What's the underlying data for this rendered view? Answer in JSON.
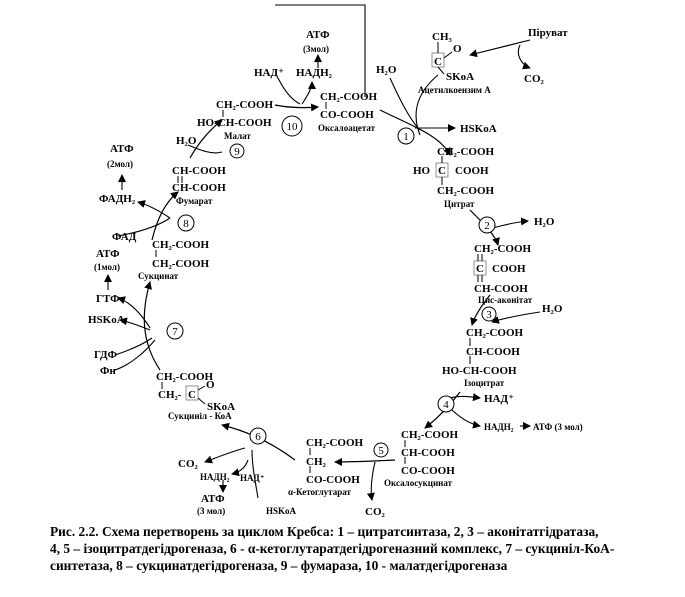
{
  "compounds": {
    "acetyl": {
      "ch3": "CH₃",
      "c": "C",
      "o": "O",
      "skoa": "SKoA",
      "name": "Ацетилкоензим А"
    },
    "piruvat": "Піруват",
    "co2_top": "CO₂",
    "h2o_1": "H₂O",
    "hskoa_1": "HSKoA",
    "atf_10": {
      "atf": "АТФ",
      "mol": "(3мол)"
    },
    "nad_10": "НАД⁺",
    "nadh_10": "НАДН₂",
    "oxaloacetate": {
      "l1": "CH₂-COOH",
      "l2": "CO-COOH",
      "name": "Оксалоацетат"
    },
    "malate": {
      "l1": "CH₂-COOH",
      "l2": "HO-CH-COOH",
      "name": "Малат"
    },
    "h2o_9": "H₂O",
    "citrate": {
      "l1": "CH₂-COOH",
      "l2a": "HO",
      "l2b": "C",
      "l2c": "COOH",
      "l3": "CH₂-COOH",
      "name": "Цитрат"
    },
    "h2o_2": "H₂O",
    "atf_8": {
      "atf": "АТФ",
      "mol": "(2мол)"
    },
    "fadh2": "ФАДН₂",
    "fumarate": {
      "l1": "CH-COOH",
      "l2": "CH-COOH",
      "name": "Фумарат"
    },
    "fad": "ФАД",
    "cis_aconitate": {
      "l1": "CH₂-COOH",
      "l2a": "C",
      "l2b": "COOH",
      "l3": "CH-COOH",
      "name": "Цис-аконітат"
    },
    "atf_7": {
      "atf": "АТФ",
      "mol": "(1мол)"
    },
    "succinate": {
      "l1": "CH₂-COOH",
      "l2": "CH₂-COOH",
      "name": "Сукцинат"
    },
    "gtf": "ГТФ",
    "hskoa_7": "HSKoA",
    "h2o_3": "H₂O",
    "isocitrate": {
      "l1": "CH₂-COOH",
      "l2": "CH-COOH",
      "l3": "HO-CH-COOH",
      "name": "Ізоцитрат"
    },
    "gdf": "ГДФ",
    "fn": "Фн",
    "succinyl": {
      "l1": "CH₂-COOH",
      "l2a": "CH₂-",
      "l2b": "C",
      "o": "O",
      "skoa": "SKoA",
      "name": "Сукциніл - КоА"
    },
    "nad_4": "НАД⁺",
    "nadh_4": "НАДН₂",
    "atf_4": "АТФ (3 мол)",
    "ketoglutarate": {
      "l1": "CH₂-COOH",
      "l2": "CH₂",
      "l3": "CO-COOH",
      "name": "α-Кетоглутарат"
    },
    "oxalosuccinate": {
      "l1": "CH₂-COOH",
      "l2": "CH-COOH",
      "l3": "CO-COOH",
      "name": "Оксалосукцинат"
    },
    "co2_6": "CO₂",
    "nadh_6": "НАДН₂",
    "nad_6": "НАД⁺",
    "atf_6": {
      "atf": "АТФ",
      "mol": "(3 мол)"
    },
    "hskoa_6": "HSKoA",
    "co2_5": "CO₂"
  },
  "steps": [
    "1",
    "2",
    "3",
    "4",
    "5",
    "6",
    "7",
    "8",
    "9",
    "10"
  ],
  "caption": {
    "line1": "Рис. 2.2. Схема перетворень за циклом Кребса: 1 – цитратсинтаза, 2, 3 – аконітатгідратаза,",
    "line2": "4, 5 – ізоцитратдегідрогеназа, 6 - α-кетоглутаратдегідрогеназний комплекс, 7 – сукциніл-КоА-",
    "line3": "синтетаза, 8 – сукцинатдегідрогеназа, 9 – фумараза, 10 - малатдегідрогеназа"
  }
}
